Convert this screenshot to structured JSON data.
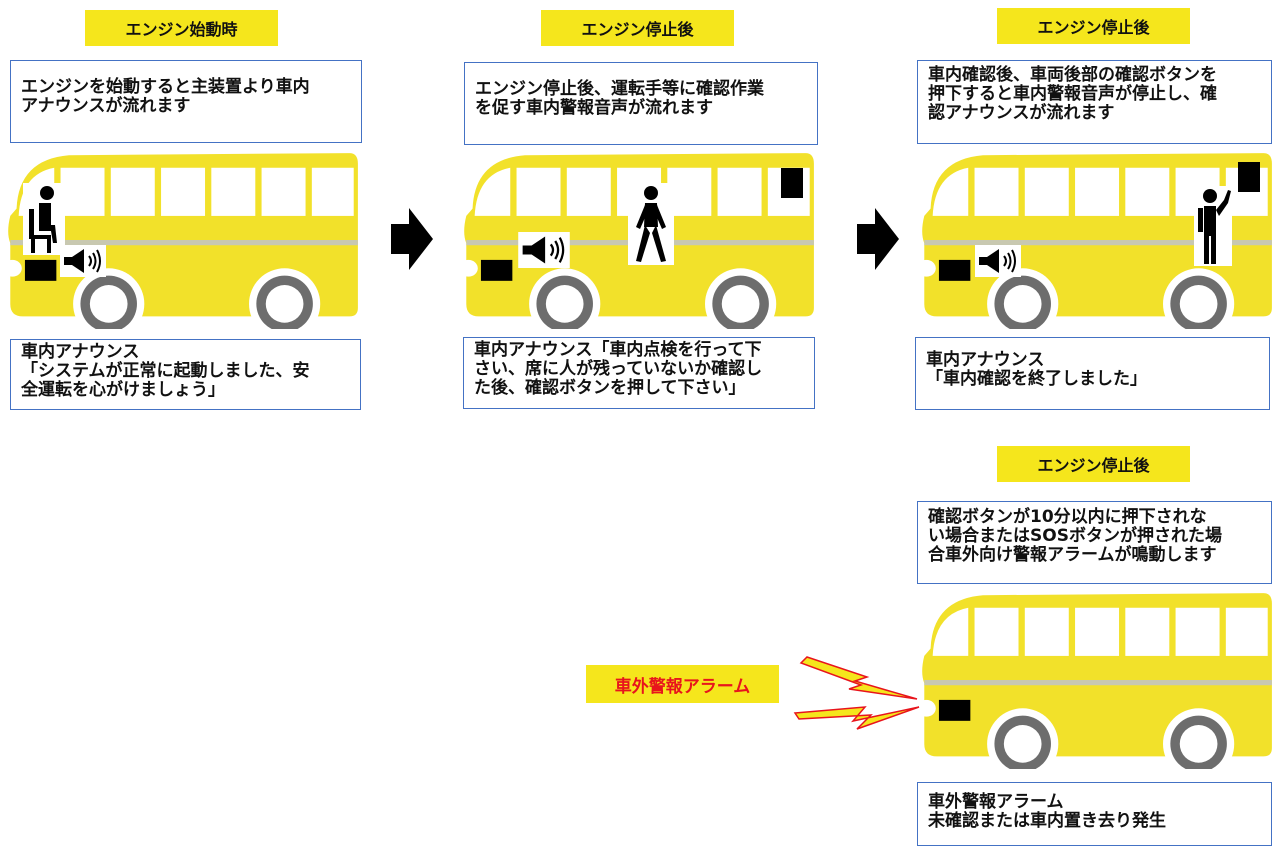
{
  "stages": [
    {
      "label": "エンジン始動時",
      "description": [
        "エンジンを始動すると主装置より車内",
        "アナウンスが流れます"
      ],
      "announcement": [
        "車内アナウンス",
        "「システムが正常に起動しました、安",
        "全運転を心がけましょう」"
      ],
      "person_icon": "seated-person-icon"
    },
    {
      "label": "エンジン停止後",
      "description": [
        "エンジン停止後、運転手等に確認作業",
        "を促す車内警報音声が流れます"
      ],
      "announcement": [
        "車内アナウンス「車内点検を行って下",
        "さい、席に人が残っていないか確認し",
        "た後、確認ボタンを押して下さい」"
      ],
      "person_icon": "walking-person-icon"
    },
    {
      "label": "エンジン停止後",
      "description": [
        "車内確認後、車両後部の確認ボタンを",
        "押下すると車内警報音声が停止し、確",
        "認アナウンスが流れます"
      ],
      "announcement": [
        "車内アナウンス",
        "「車内確認を終了しました」"
      ],
      "person_icon": "person-pressing-button-icon"
    },
    {
      "label": "エンジン停止後",
      "description": [
        "確認ボタンが10分以内に押下されな",
        "い場合またはSOSボタンが押された場",
        "合車外向け警報アラームが鳴動します"
      ],
      "announcement": [
        "車外警報アラーム",
        "未確認または車内置き去り発生"
      ],
      "person_icon": ""
    }
  ],
  "alarm_label": "車外警報アラーム",
  "colors": {
    "bus_body": "#f2e12a",
    "label_bg": "#f5e61c",
    "box_border": "#4472c4",
    "alarm_text": "#e8141c",
    "lightning": "#f5e61c",
    "lightning_stroke": "#e8141c",
    "wheel": "#6d6d6d",
    "stripe": "#c8c8b0"
  }
}
